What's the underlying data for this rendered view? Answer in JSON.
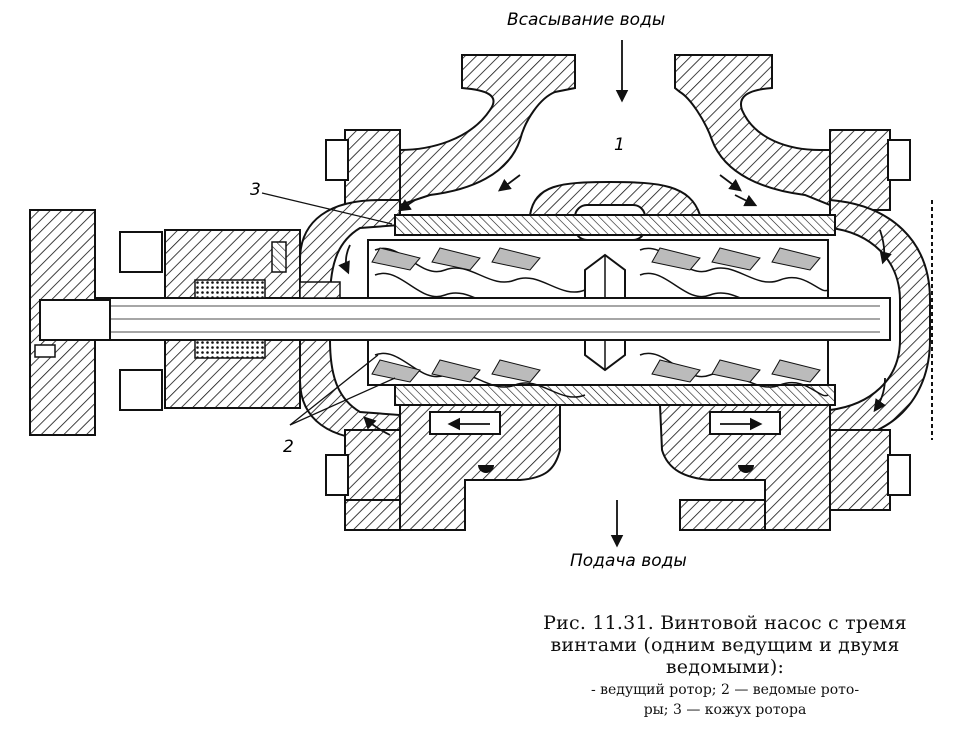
{
  "diagram": {
    "label_top": "Всасывание воды",
    "label_bottom": "Подача воды",
    "callout_1": "1",
    "callout_2": "2",
    "callout_3": "3"
  },
  "caption": {
    "title_line1": "Рис. 11.31. Винтовой насос с тремя",
    "title_line2": "винтами (одним ведущим и двумя",
    "title_line3": "ведомыми):",
    "legend_line1": "- ведущий ротор; 2 — ведомые рото-",
    "legend_line2": "ры; 3 — кожух ротора"
  }
}
